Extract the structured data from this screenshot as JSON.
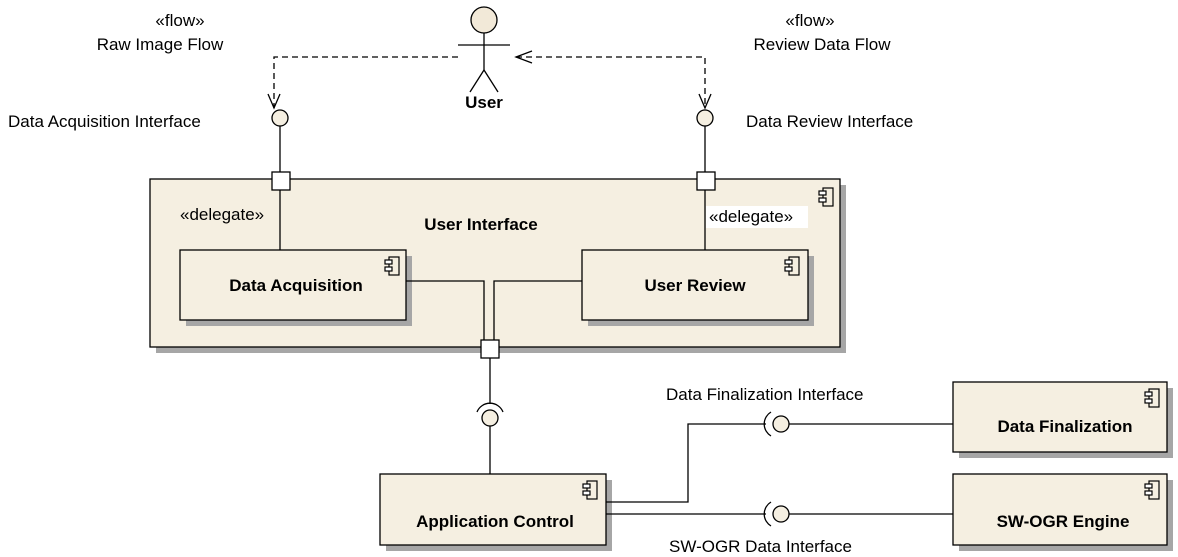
{
  "colors": {
    "component_fill": "#f5efe1",
    "container_fill": "#f5efe1",
    "actor_fill": "#f2e9d8",
    "stroke": "#000000"
  },
  "actor": {
    "name": "User"
  },
  "flows": {
    "left_stereotype": "«flow»",
    "left_name": "Raw Image Flow",
    "right_stereotype": "«flow»",
    "right_name": "Review Data Flow"
  },
  "interfaces": {
    "data_acquisition": "Data Acquisition Interface",
    "data_review": "Data Review Interface",
    "data_finalization": "Data Finalization Interface",
    "sw_ogr": "SW-OGR Data Interface"
  },
  "delegates": {
    "left": "«delegate»",
    "right": "«delegate»"
  },
  "components": {
    "user_interface": "User Interface",
    "data_acquisition": "Data Acquisition",
    "user_review": "User Review",
    "application_control": "Application Control",
    "data_finalization": "Data Finalization",
    "sw_ogr_engine": "SW-OGR Engine"
  },
  "icons": {
    "component": "component-icon",
    "actor": "stick-figure-icon"
  }
}
